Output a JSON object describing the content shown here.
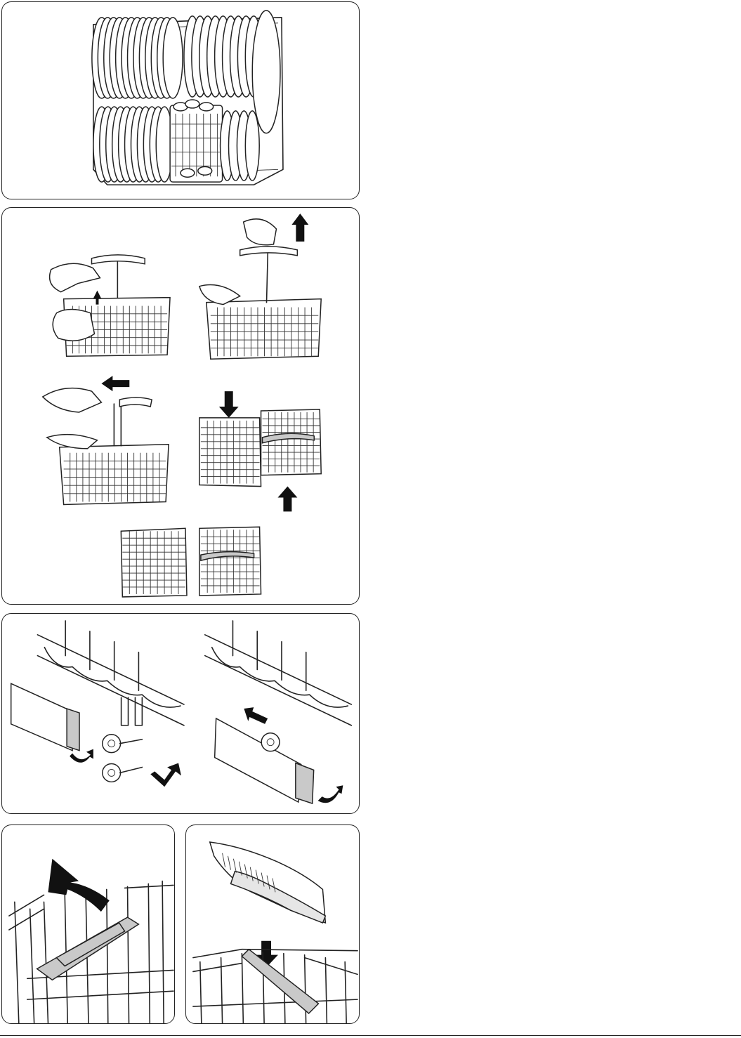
{
  "page": {
    "background": "#ffffff",
    "line_color": "#222222",
    "arrow_color": "#111111",
    "part_color": "#c9c9c9"
  },
  "panels": [
    {
      "name": "loaded-rack-illustration",
      "icons": [
        "plates-icon",
        "cutlery-basket-icon"
      ]
    },
    {
      "name": "cutlery-basket-steps-illustration",
      "icons": [
        "hand-icon",
        "arrow-up-icon",
        "arrow-left-icon",
        "arrow-down-icon",
        "basket-icon"
      ]
    },
    {
      "name": "rack-wheel-removal-illustration",
      "icons": [
        "rack-rail-icon",
        "wheel-icon",
        "rotate-arrow-icon",
        "arrow-left-icon"
      ]
    },
    {
      "name": "flap-fold-illustration",
      "icons": [
        "curved-arrow-icon",
        "rack-flap-icon"
      ]
    },
    {
      "name": "tray-insert-illustration",
      "icons": [
        "tray-icon",
        "arrow-down-icon",
        "rack-flap-icon"
      ]
    }
  ]
}
